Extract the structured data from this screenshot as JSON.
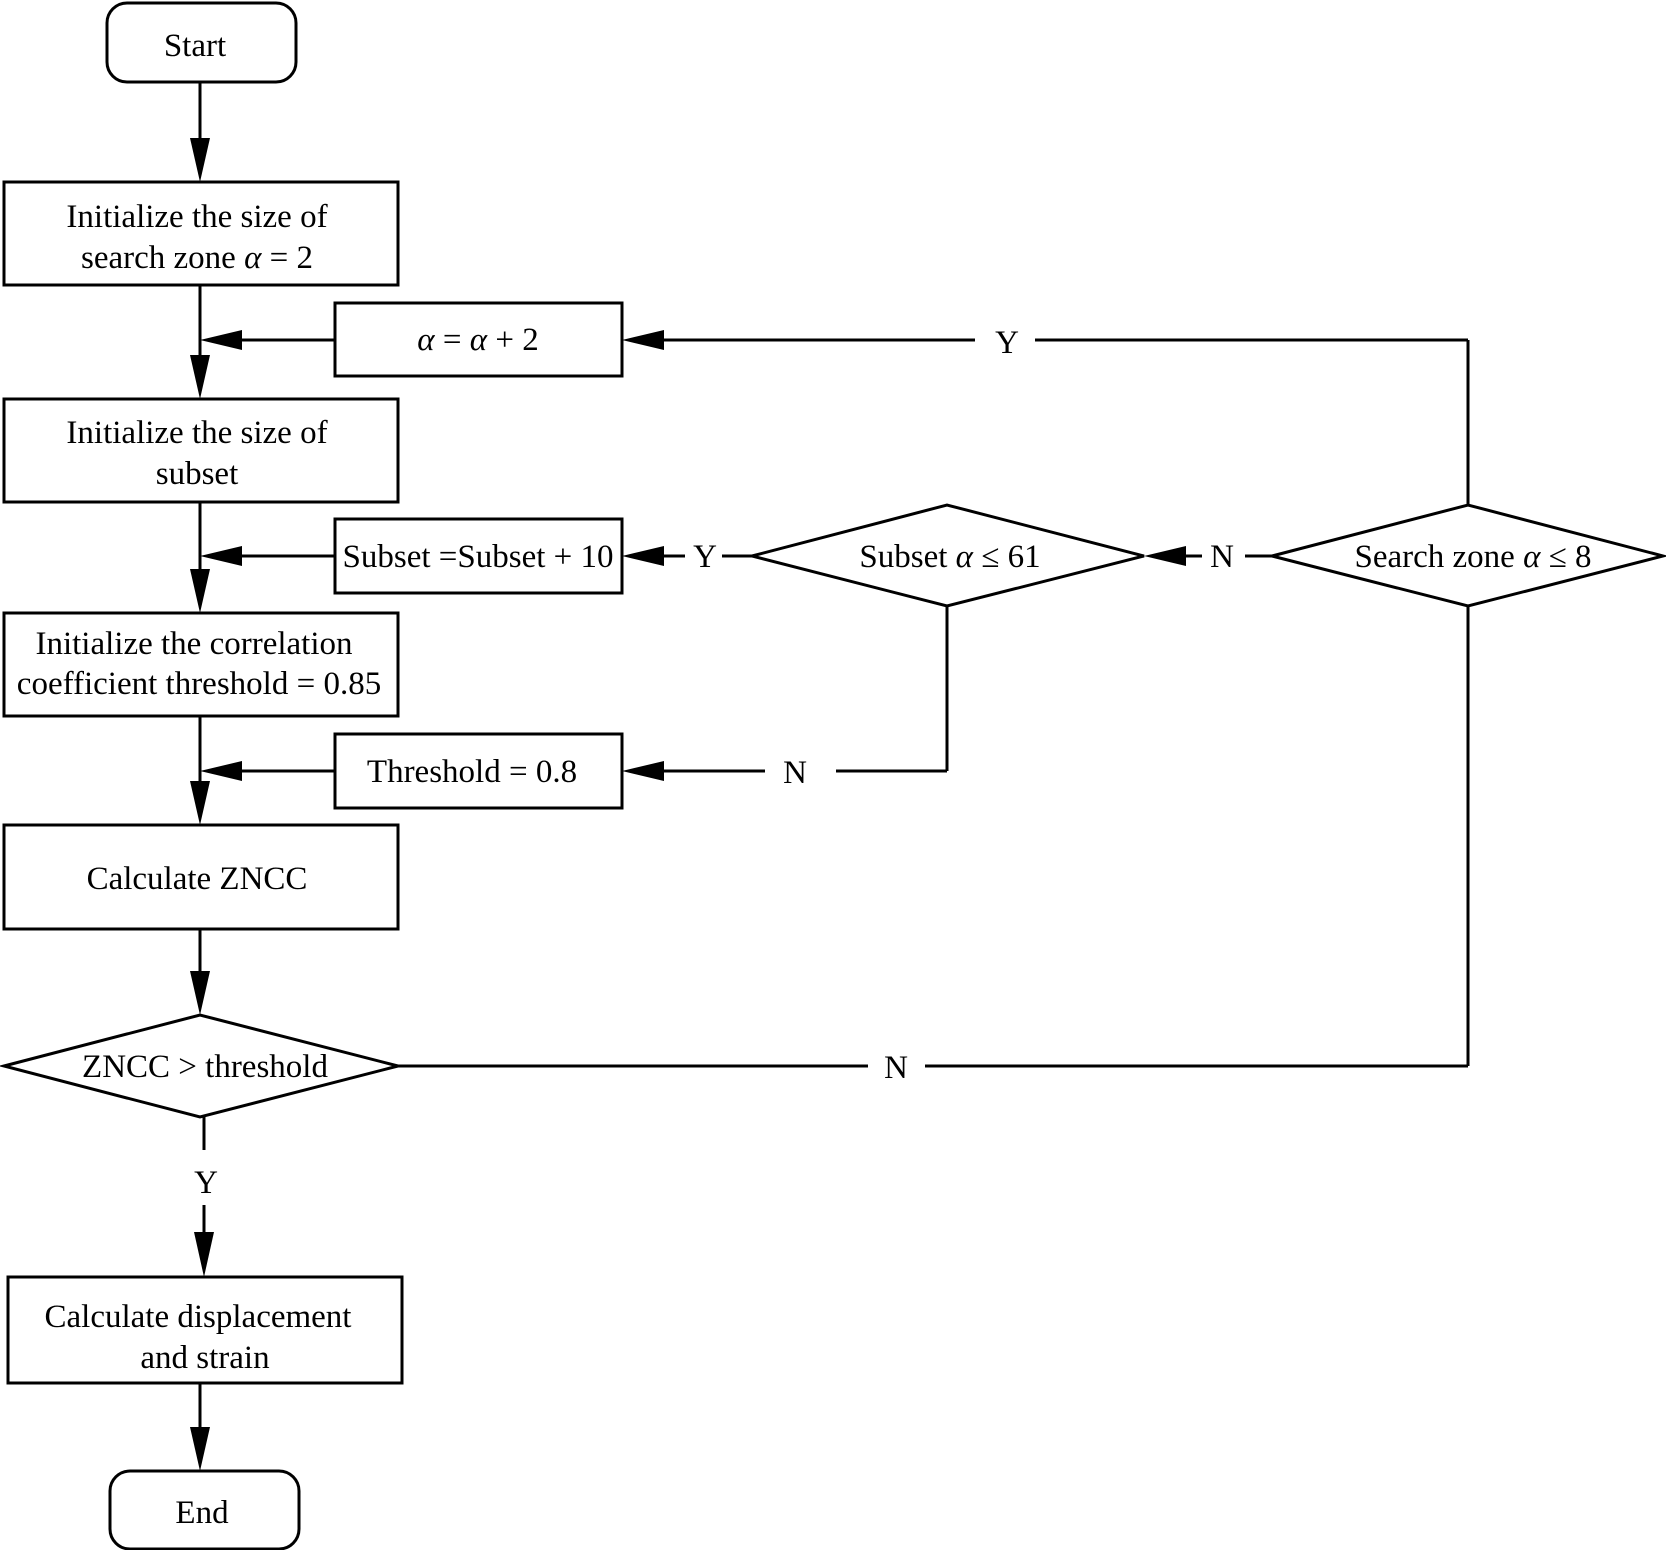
{
  "nodes": {
    "start": "Start",
    "init_zone_l1": "Initialize the size of",
    "init_zone_l2a": "search zone",
    "init_zone_l2b": "α",
    "init_zone_l2c": "= 2",
    "alpha_var": "α",
    "alpha_eq": "=",
    "alpha_var2": "α",
    "alpha_plus": "+ 2",
    "init_subset_l1": "Initialize the size of",
    "init_subset_l2": "subset",
    "subset_inc": "Subset =Subset + 10",
    "init_thr_l1": "Initialize the correlation",
    "init_thr_l2": "coefficient threshold = 0.85",
    "thr_set": "Threshold = 0.8",
    "calc_zncc": "Calculate ZNCC",
    "zncc_decision": "ZNCC > threshold",
    "subset_dec_a": "Subset",
    "subset_dec_b": "α",
    "subset_dec_c": "≤ 61",
    "zone_dec_a": "Search zone",
    "zone_dec_b": "α",
    "zone_dec_c": "≤ 8",
    "calc_disp_l1": "Calculate displacement",
    "calc_disp_l2": "and strain",
    "end": "End"
  },
  "edge_labels": {
    "zone_yes": "Y",
    "subset_yes": "Y",
    "subset_to_zone_no": "N",
    "subset_no": "N",
    "zncc_no": "N",
    "zncc_yes": "Y"
  }
}
